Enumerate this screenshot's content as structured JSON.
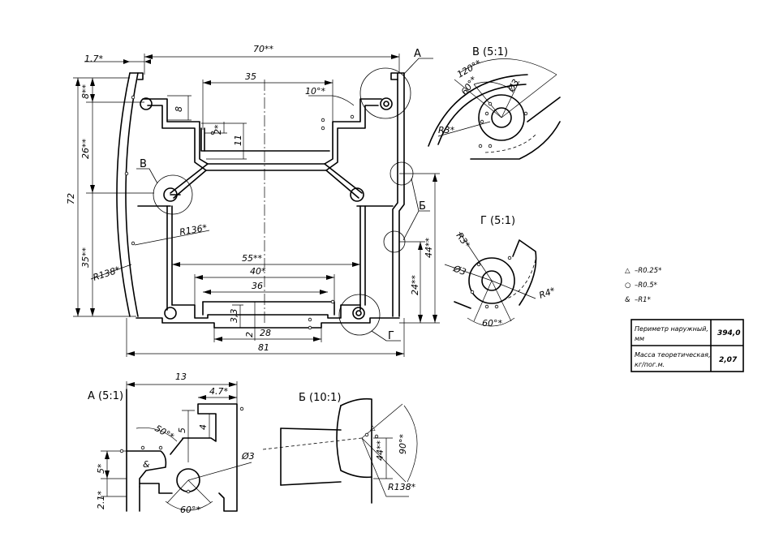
{
  "main_view": {
    "dims": {
      "d_1_7": "1.7*",
      "d_70": "70**",
      "d_35": "35",
      "d_10deg": "10°*",
      "d_8top": "8**",
      "d_8": "8",
      "d_2": "2*",
      "d_11": "11",
      "d_26": "26**",
      "d_72": "72",
      "d_r136": "R136*",
      "d_35v": "35**",
      "d_r138": "R138*",
      "d_55": "55**",
      "d_40": "40*",
      "d_36": "36",
      "d_3_3": "3,3",
      "d_2b": "2",
      "d_28": "28",
      "d_81": "81",
      "d_24": "24**",
      "d_44": "44**"
    },
    "callouts": {
      "a": "A",
      "b": "Б",
      "v": "В",
      "g": "Г"
    }
  },
  "detail_v": {
    "title": "В (5:1)",
    "dims": {
      "d_120": "120°*",
      "d_60": "60°*",
      "d_r3": "R3*",
      "d_dia3": "Ø3"
    }
  },
  "detail_g": {
    "title": "Г (5:1)",
    "dims": {
      "d_r3": "R3*",
      "d_dia3": "Ø3",
      "d_r4": "R4*",
      "d_60": "60°*"
    }
  },
  "detail_a": {
    "title": "А (5:1)",
    "dims": {
      "d_13": "13",
      "d_4_7": "4.7*",
      "d_50": "50°*",
      "d_5": "5",
      "d_4": "4",
      "d_dia3": "Ø3",
      "d_5v": "5*",
      "d_2_1": "2.1*",
      "d_60": "60°*",
      "mark": "&"
    }
  },
  "detail_b": {
    "title": "Б (10:1)",
    "dims": {
      "d_44": "44**",
      "d_90": "90°*",
      "d_r138": "R138*"
    }
  },
  "legend": [
    {
      "symbol": "△",
      "text": "–R0.25*"
    },
    {
      "symbol": "○",
      "text": "–R0.5*"
    },
    {
      "symbol": "&",
      "text": "–R1*"
    }
  ],
  "table": {
    "rows": [
      {
        "label_1": "Периметр наружный,",
        "label_2": "мм",
        "value": "394,0"
      },
      {
        "label_1": "Масса теоретическая,",
        "label_2": "кг/пог.м.",
        "value": "2,07"
      }
    ]
  }
}
